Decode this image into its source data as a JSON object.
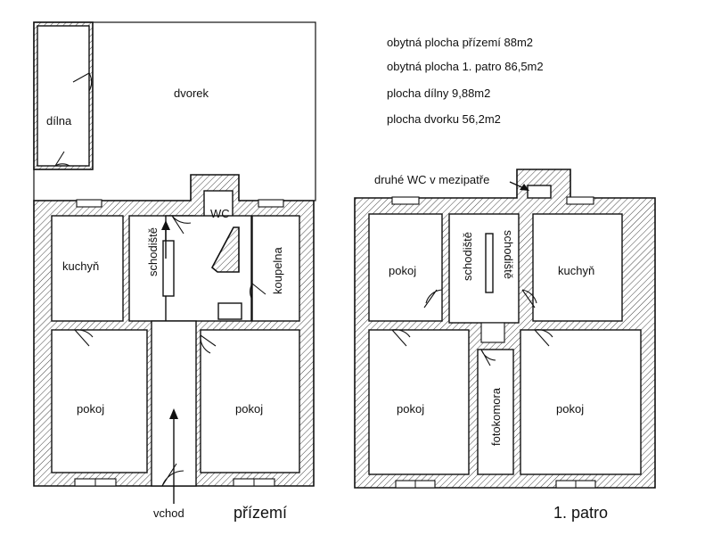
{
  "summary": {
    "area_ground": "obytná plocha přízemí 88m2",
    "area_first": "obytná plocha 1. patro 86,5m2",
    "area_workshop": "plocha dílny 9,88m2",
    "area_yard": "plocha dvorku 56,2m2"
  },
  "ground_floor": {
    "title": "přízemí",
    "entrance": "vchod",
    "rooms": {
      "dilna": "dílna",
      "dvorek": "dvorek",
      "wc": "WC",
      "kuchyn": "kuchyň",
      "schodiste": "schodiště",
      "koupelna": "koupelna",
      "pokoj_left": "pokoj",
      "pokoj_right": "pokoj"
    }
  },
  "first_floor": {
    "title": "1. patro",
    "wc_note": "druhé WC v mezipatře",
    "rooms": {
      "pokoj_left": "pokoj",
      "schodiste_a": "schodiště",
      "schodiste_b": "schodiště",
      "kuchyn": "kuchyň",
      "pokoj_bottom_left": "pokoj",
      "fotokomora": "fotokomora",
      "pokoj_bottom_right": "pokoj"
    }
  }
}
